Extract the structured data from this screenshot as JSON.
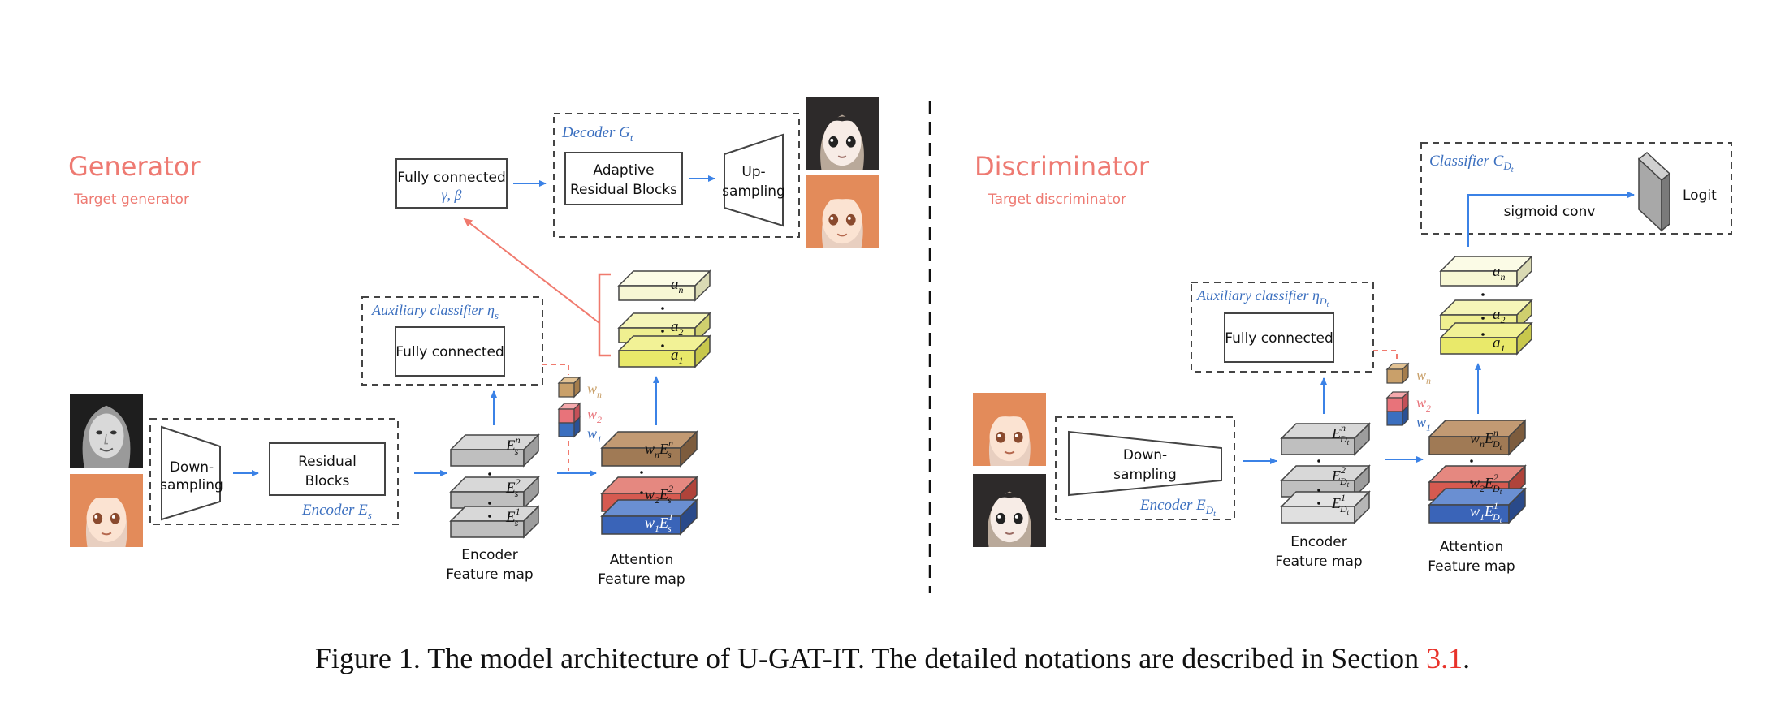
{
  "generator": {
    "title": "Generator",
    "subtitle": "Target generator",
    "encoder": {
      "downsampling": [
        "Down-",
        "sampling"
      ],
      "residual": [
        "Residual",
        "Blocks"
      ],
      "label": "Encoder E",
      "sub": "s"
    },
    "aux": {
      "label": "Auxiliary classifier η",
      "sub": "s",
      "fc": "Fully connected"
    },
    "fc_gamma": {
      "line1": "Fully connected",
      "line2": "γ, β"
    },
    "decoder": {
      "label": "Decoder G",
      "sub": "t",
      "adaptive": [
        "Adaptive",
        "Residual Blocks"
      ],
      "upsampling": [
        "Up-",
        "sampling"
      ]
    },
    "enc_map": {
      "labels": [
        "E",
        "E",
        "E"
      ],
      "sups": [
        "n",
        "2",
        "1"
      ],
      "sub": "s",
      "caption": [
        "Encoder",
        "Feature map"
      ]
    },
    "att_map": {
      "labels": [
        "w",
        "w",
        "w"
      ],
      "subs": [
        "n",
        "2",
        "1"
      ],
      "e": "E",
      "esub": "s",
      "esups": [
        "n",
        "2",
        "1"
      ],
      "caption": [
        "Attention",
        "Feature map"
      ]
    },
    "weights": {
      "labels": [
        "w",
        "w",
        "w"
      ],
      "subs": [
        "n",
        "2",
        "1"
      ]
    },
    "att": {
      "labels": [
        "a",
        "a",
        "a"
      ],
      "subs": [
        "n",
        "2",
        "1"
      ]
    }
  },
  "discriminator": {
    "title": "Discriminator",
    "subtitle": "Target discriminator",
    "encoder": {
      "downsampling": [
        "Down-",
        "sampling"
      ],
      "label": "Encoder E",
      "sub": "D",
      "subsub": "t"
    },
    "aux": {
      "label": "Auxiliary classifier η",
      "sub": "D",
      "subsub": "t",
      "fc": "Fully connected"
    },
    "classifier": {
      "label": "Classifier C",
      "sub": "D",
      "subsub": "t",
      "conv": "sigmoid conv",
      "logit": "Logit"
    },
    "enc_map": {
      "labels": [
        "E",
        "E",
        "E"
      ],
      "sups": [
        "n",
        "2",
        "1"
      ],
      "sub": "D",
      "subsub": "t",
      "caption": [
        "Encoder",
        "Feature map"
      ]
    },
    "att_map": {
      "labels": [
        "w",
        "w",
        "w"
      ],
      "subs": [
        "n",
        "2",
        "1"
      ],
      "e": "E",
      "esub": "D",
      "subsub": "t",
      "esups": [
        "n",
        "2",
        "1"
      ],
      "caption": [
        "Attention",
        "Feature map"
      ]
    },
    "weights": {
      "labels": [
        "w",
        "w",
        "w"
      ],
      "subs": [
        "n",
        "2",
        "1"
      ]
    },
    "att": {
      "labels": [
        "a",
        "a",
        "a"
      ],
      "subs": [
        "n",
        "2",
        "1"
      ]
    }
  },
  "caption": {
    "text": "Figure 1. The model architecture of U-GAT-IT. The detailed notations are described in Section ",
    "ref": "3.1",
    "end": "."
  },
  "colors": {
    "title_red": "#ee7a72",
    "label_blue": "#3b6fbf",
    "arrow_blue": "#3b82e6",
    "red_line": "#f07a6e",
    "gray_layer": "#bfbfbf",
    "brown_layer": "#a07a55",
    "red_layer": "#d65a50",
    "blue_layer": "#3a64b8",
    "yellow_light": "#f7f7d4",
    "yellow_mid": "#efef90",
    "yellow_strong": "#e9e96a",
    "w_tan": "#c9a06a",
    "w_red": "#e8737a",
    "w_blue": "#3b6fbf"
  }
}
